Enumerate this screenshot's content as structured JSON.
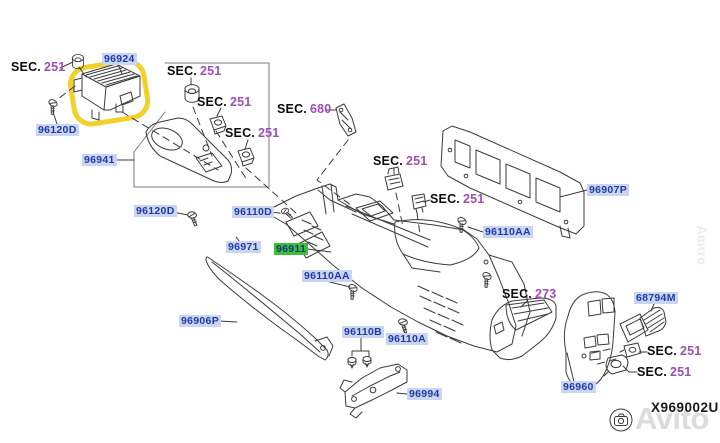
{
  "diagram": {
    "code": "X969002U",
    "watermark_main": "Avito",
    "watermark_side": "Авито"
  },
  "part_labels": [
    {
      "text": "96924"
    },
    {
      "text": "96120D"
    },
    {
      "text": "96941"
    },
    {
      "text": "96120D"
    },
    {
      "text": "96110D"
    },
    {
      "text": "96971"
    },
    {
      "text": "96911"
    },
    {
      "text": "96110AA"
    },
    {
      "text": "96110AA"
    },
    {
      "text": "96907P"
    },
    {
      "text": "96906P"
    },
    {
      "text": "96110B"
    },
    {
      "text": "96110A"
    },
    {
      "text": "96994"
    },
    {
      "text": "68794M"
    },
    {
      "text": "96960"
    }
  ],
  "sec_refs": [
    {
      "prefix": "SEC.",
      "num": "251"
    },
    {
      "prefix": "SEC.",
      "num": "251"
    },
    {
      "prefix": "SEC.",
      "num": "251"
    },
    {
      "prefix": "SEC.",
      "num": "251"
    },
    {
      "prefix": "SEC.",
      "num": "680"
    },
    {
      "prefix": "SEC.",
      "num": "251"
    },
    {
      "prefix": "SEC.",
      "num": "251"
    },
    {
      "prefix": "SEC.",
      "num": "273"
    },
    {
      "prefix": "SEC.",
      "num": "251"
    },
    {
      "prefix": "SEC.",
      "num": "251"
    }
  ],
  "colors": {
    "part_label_text": "#1e3ca8",
    "part_label_bg": "#cbd5f0",
    "highlight_green_bg": "#3dbe3d",
    "highlight_yellow": "#f2d22a",
    "sec_number": "#9e4fb5",
    "dashed_leader": "#d7a49e",
    "line_art": "#3b3b3b",
    "watermark_gray": "#dcdcdc"
  }
}
